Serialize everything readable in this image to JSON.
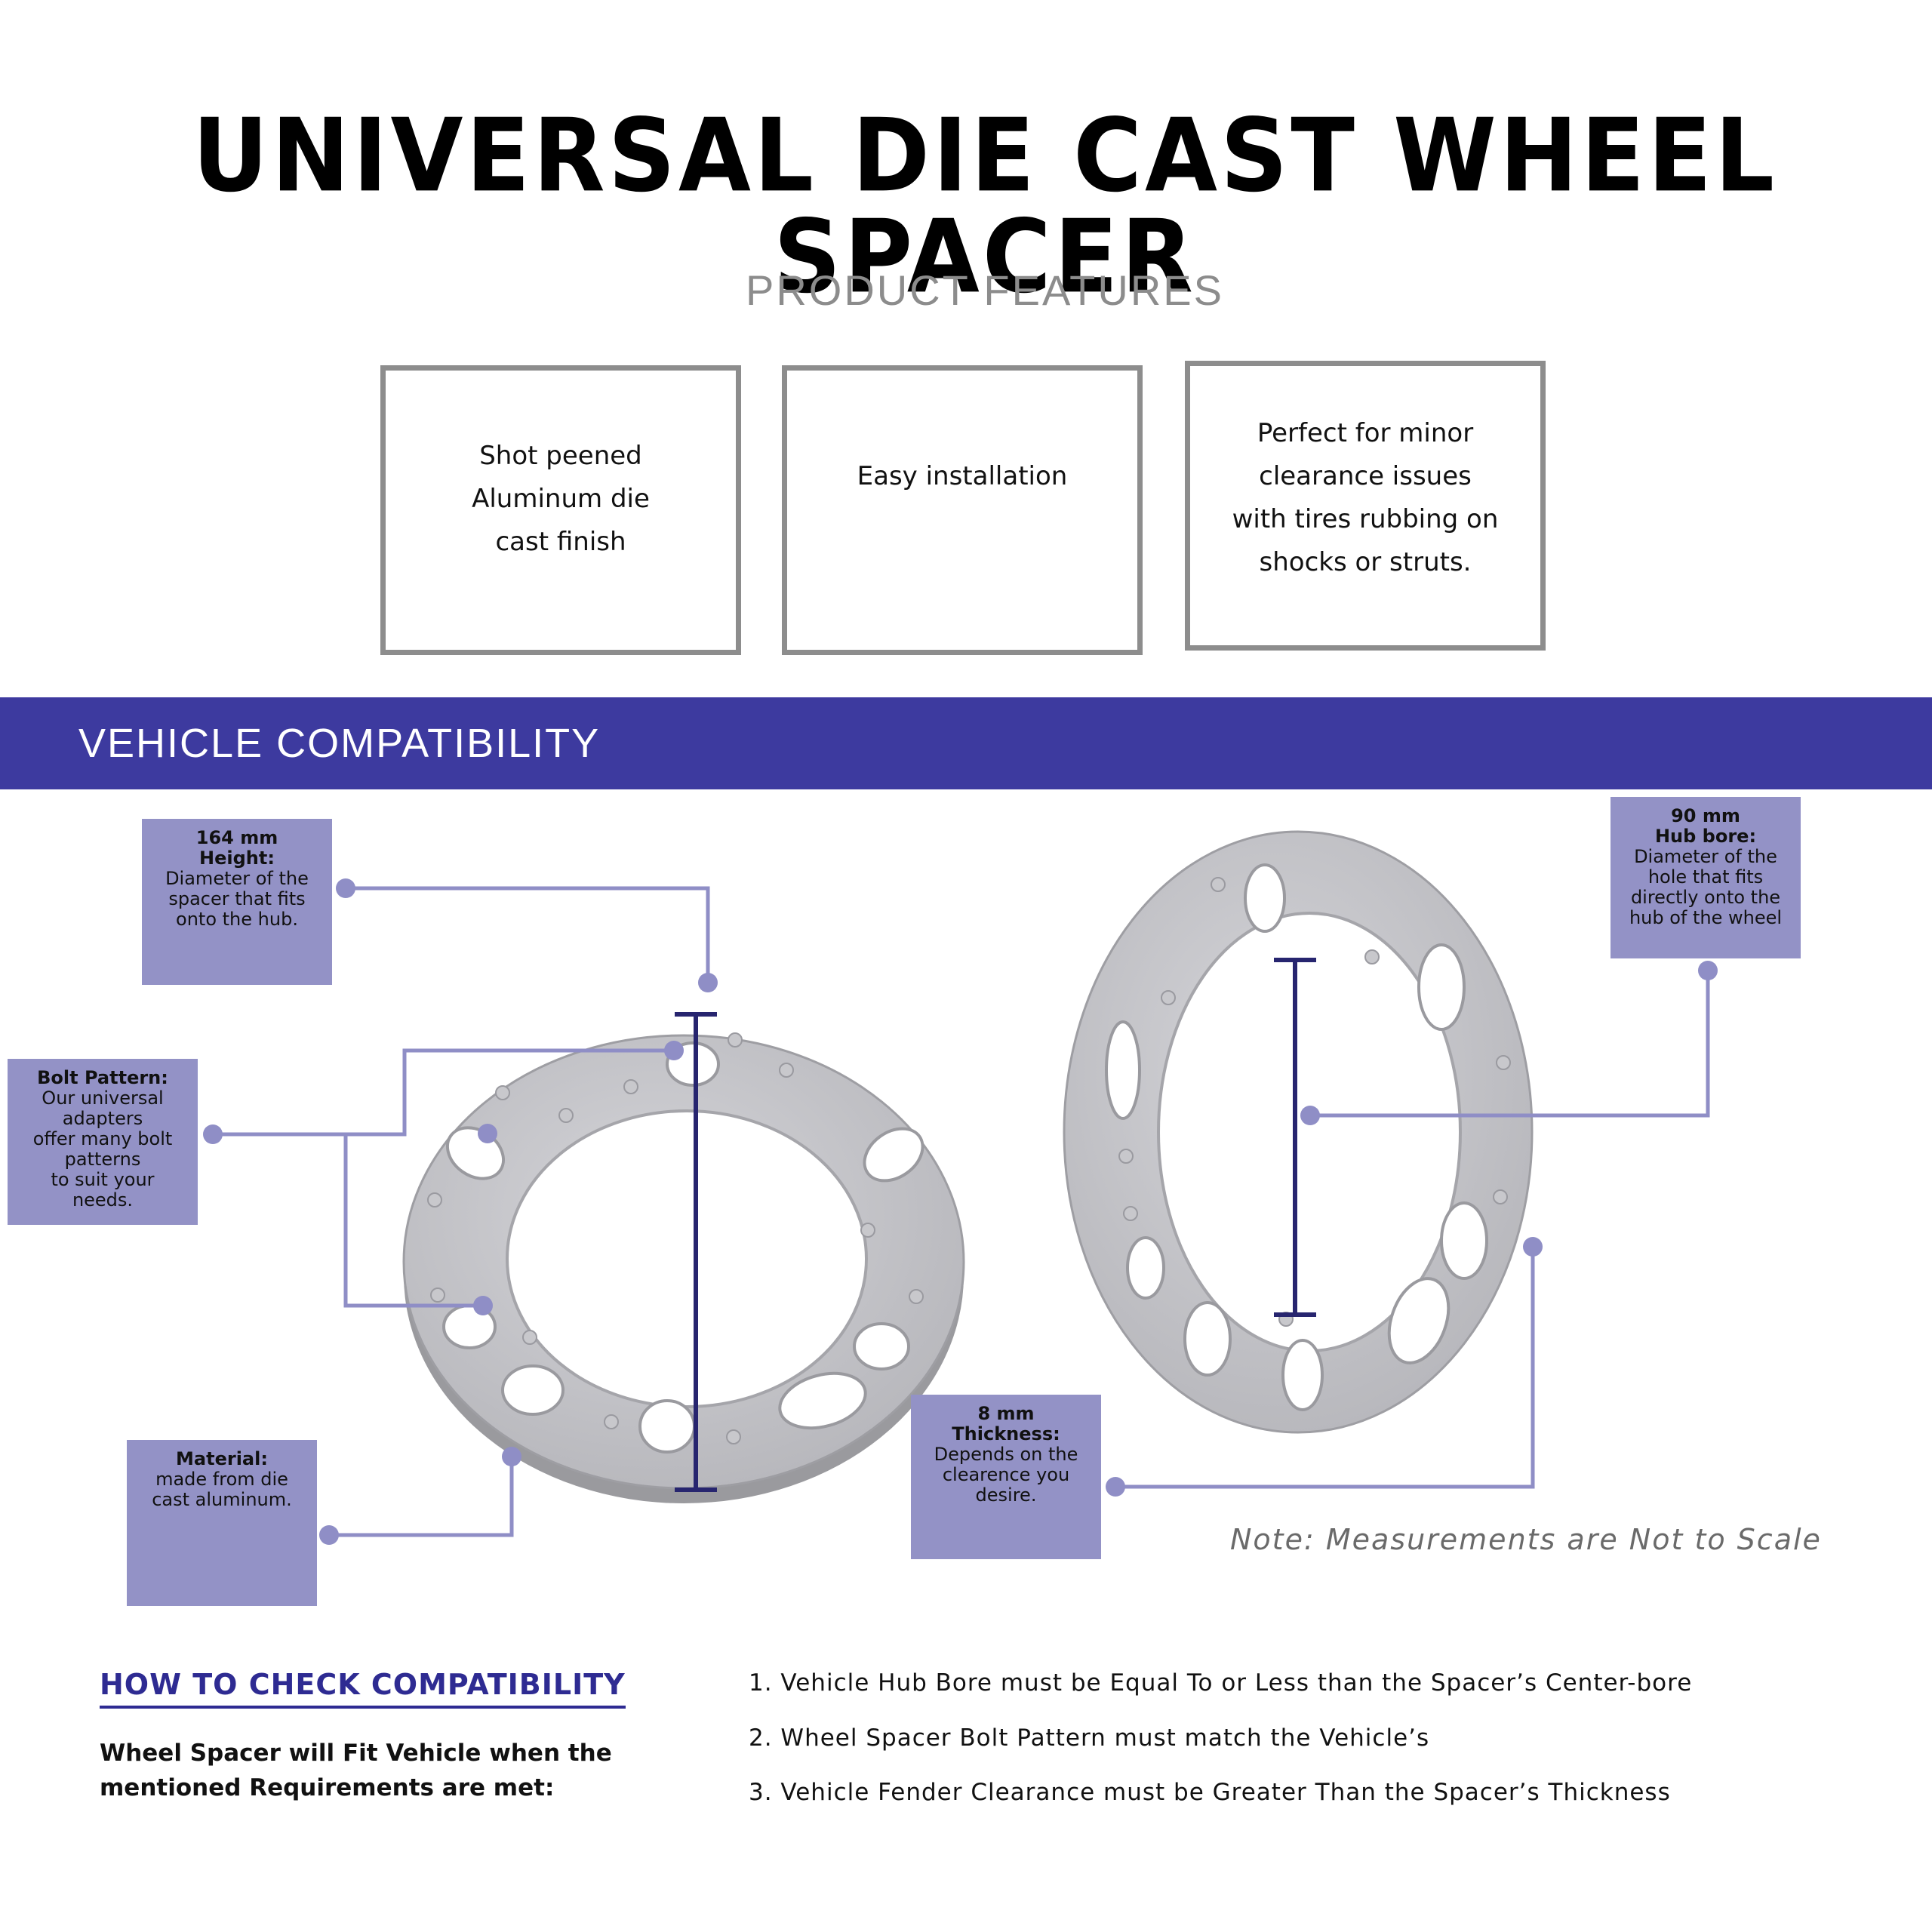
{
  "title": "UNIVERSAL DIE CAST WHEEL SPACER",
  "features_heading": "PRODUCT FEATURES",
  "features": [
    "Shot peened\nAluminum die\ncast finish",
    "Easy installation",
    "Perfect for minor\nclearance issues\nwith tires rubbing on\nshocks or struts."
  ],
  "compat_title": "VEHICLE COMPATIBILITY",
  "callouts": {
    "height": {
      "title": "164 mm\nHeight:",
      "desc": "Diameter of the\nspacer that fits\nonto the hub."
    },
    "bolt": {
      "title": "Bolt Pattern:",
      "desc": "Our universal\nadapters\noffer many bolt\npatterns\nto suit your\nneeds."
    },
    "material": {
      "title": "Material:",
      "desc": "made from die\ncast aluminum."
    },
    "thickness": {
      "title": "8 mm\nThickness:",
      "desc": "Depends on the\nclearence you\ndesire."
    },
    "hub": {
      "title": "90 mm\nHub bore:",
      "desc": "Diameter of the\nhole that fits\ndirectly onto the\nhub of the wheel"
    }
  },
  "note": "Note: Measurements are Not to Scale",
  "how_heading": "HOW TO CHECK COMPATIBILITY",
  "fit_intro": "Wheel Spacer will Fit Vehicle when the\nmentioned Requirements are met:",
  "requirements": [
    "1. Vehicle Hub Bore must be Equal To or Less than the Spacer’s Center-bore",
    "2. Wheel Spacer Bolt Pattern must match the Vehicle’s",
    "3. Vehicle Fender Clearance must be Greater Than the Spacer’s Thickness"
  ],
  "colors": {
    "band": "#3d3a9f",
    "callout": "#9392c6",
    "line": "#8f8ec6",
    "measure": "#27256f",
    "metal": "#c2c2c6"
  }
}
